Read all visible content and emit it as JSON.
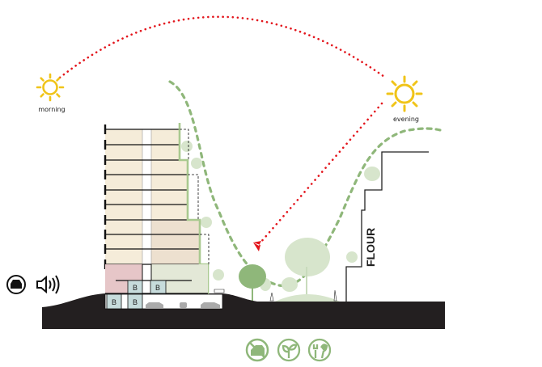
{
  "labels": {
    "morning": "morning",
    "evening": "evening",
    "neighbour_building": "FLOUR"
  },
  "bike_storage_label": "B",
  "icons": [
    "car-traffic-icon",
    "noise-speaker-icon",
    "no-car-icon",
    "plant-sprout-icon",
    "garden-tools-icon"
  ],
  "colors": {
    "sun": "#f0c419",
    "sun_path": "#e3151c",
    "green_flow": "#8fb77a",
    "ground": "#231f20",
    "residential": "#f5ecd9",
    "commercial_pink": "#e6c6c8",
    "podium_green": "#e3e8d7",
    "bike_box": "#c7dcdc"
  }
}
